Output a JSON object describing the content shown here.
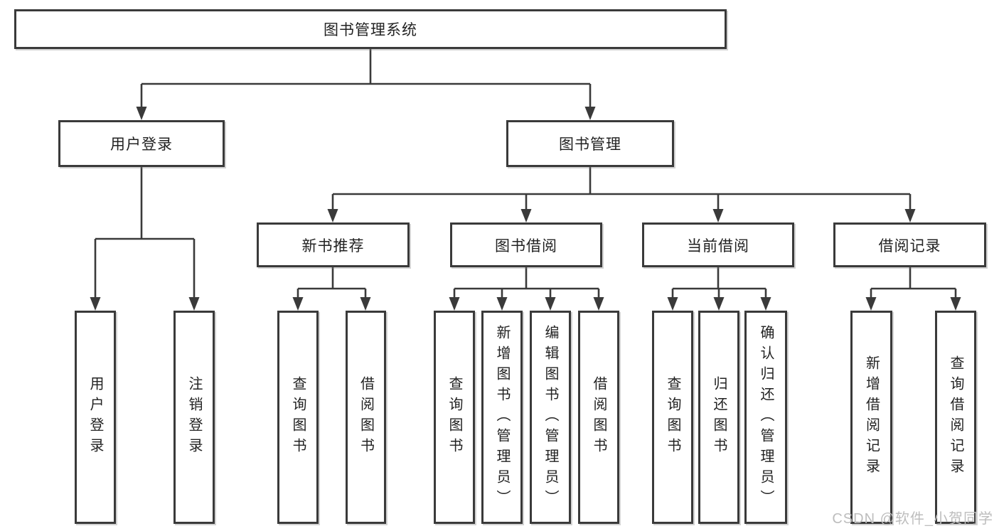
{
  "diagram": {
    "root": {
      "label": "图书管理系统"
    },
    "branches": {
      "user": {
        "label": "用户登录",
        "children": [
          "用户登录",
          "注销登录"
        ]
      },
      "management": {
        "label": "图书管理",
        "children": {
          "new_book": {
            "label": "新书推荐",
            "children": [
              "查询图书",
              "借阅图书"
            ]
          },
          "borrow": {
            "label": "图书借阅",
            "children": [
              "查询图书",
              "新增图书（管理员）",
              "编辑图书（管理员）",
              "借阅图书"
            ]
          },
          "current": {
            "label": "当前借阅",
            "children": [
              "查询图书",
              "归还图书",
              "确认归还（管理员）"
            ]
          },
          "records": {
            "label": "借阅记录",
            "children": [
              "新增借阅记录",
              "查询借阅记录"
            ]
          }
        }
      }
    }
  },
  "watermark": {
    "text": "CSDN @软件_小贺同学"
  },
  "colors": {
    "line": "#3a3a3a",
    "text": "#222222",
    "watermark": "#bdbdbd",
    "background": "#ffffff"
  }
}
